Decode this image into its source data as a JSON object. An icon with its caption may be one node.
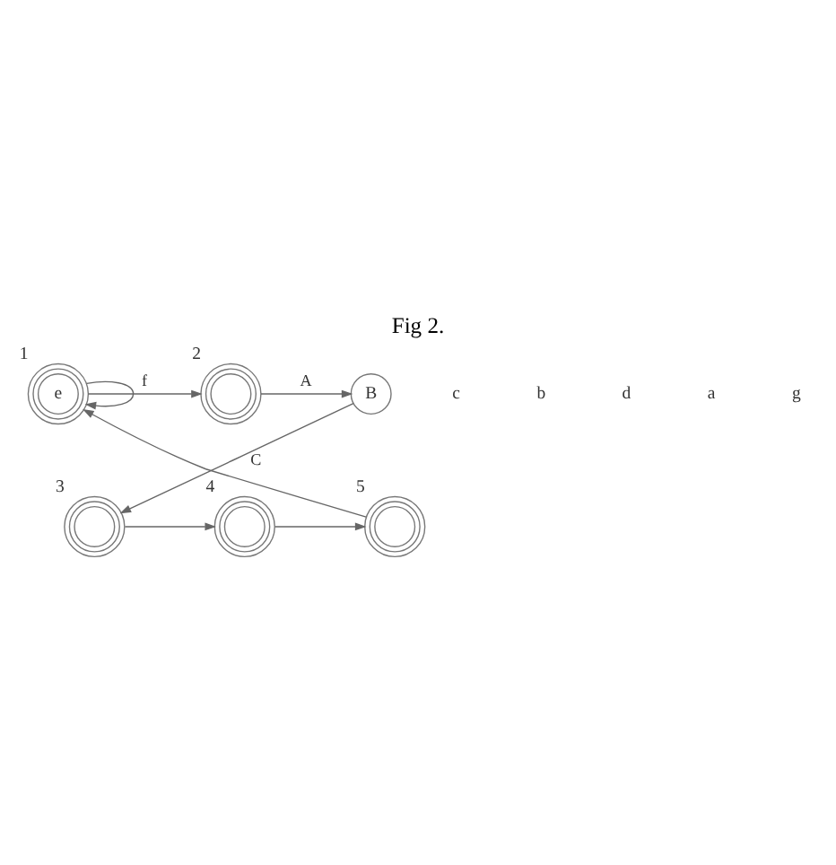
{
  "diagram": {
    "title": "Fig 2.",
    "nodes": [
      {
        "text": [
          "e"
        ],
        "beside": [
          "1"
        ]
      },
      {
        "text": [],
        "shape": "circle",
        "beside": [
          "2"
        ]
      },
      {
        "text": [
          "B"
        ]
      },
      {
        "text": [],
        "shape": "circle",
        "beside": [
          "3"
        ]
      },
      {
        "text": [],
        "shape": "circle",
        "beside": [
          "4"
        ]
      },
      {
        "text": [],
        "shape": "circle",
        "beside": [
          "5"
        ]
      }
    ],
    "edges": [
      {
        "from": 0,
        "to": 0,
        "arrow": "to"
      },
      {
        "from": 0,
        "to": 1,
        "arrow": "to",
        "label": "f"
      },
      {
        "from": 1,
        "to": 2,
        "arrow": "to",
        "label": "A"
      },
      {
        "from": 2,
        "to": 3,
        "arrow": "to",
        "label": "C"
      },
      {
        "from": 3,
        "to": 4,
        "arrow": "to"
      },
      {
        "from": 4,
        "to": 5,
        "arrow": "to"
      },
      {
        "from": 5,
        "to": 0,
        "arrow": "to"
      }
    ],
    "labels": [
      "c",
      "b",
      "d",
      "a",
      "g"
    ]
  }
}
